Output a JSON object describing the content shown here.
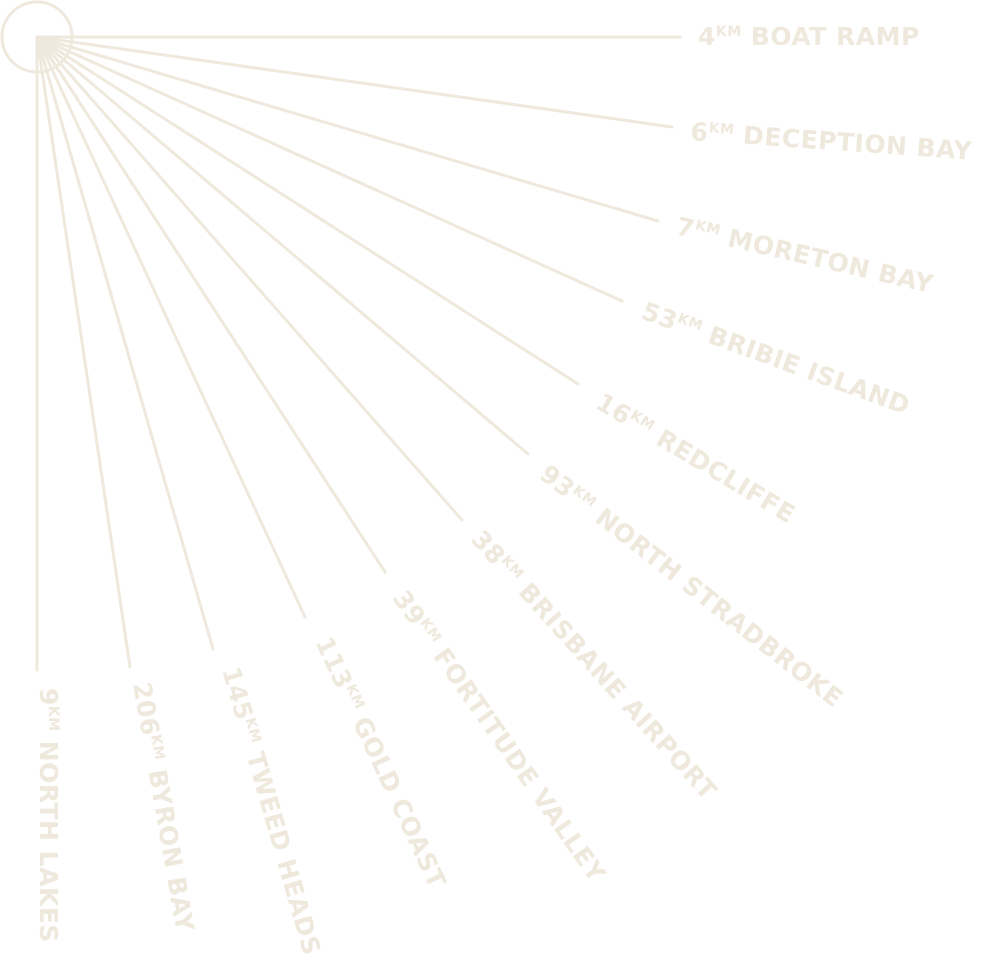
{
  "colors": {
    "line": "#efe9dd",
    "text": "#efe9dd",
    "background": "#ffffff"
  },
  "destinations": [
    {
      "distance": "4",
      "unit": "KM",
      "place": "BOAT RAMP"
    },
    {
      "distance": "6",
      "unit": "KM",
      "place": "DECEPTION BAY"
    },
    {
      "distance": "7",
      "unit": "KM",
      "place": "MORETON BAY"
    },
    {
      "distance": "53",
      "unit": "KM",
      "place": "BRIBIE ISLAND"
    },
    {
      "distance": "16",
      "unit": "KM",
      "place": "REDCLIFFE"
    },
    {
      "distance": "93",
      "unit": "KM",
      "place": "NORTH STRADBROKE"
    },
    {
      "distance": "38",
      "unit": "KM",
      "place": "BRISBANE AIRPORT"
    },
    {
      "distance": "39",
      "unit": "KM",
      "place": "FORTITUDE VALLEY"
    },
    {
      "distance": "113",
      "unit": "KM",
      "place": "GOLD COAST"
    },
    {
      "distance": "145",
      "unit": "KM",
      "place": "TWEED HEADS"
    },
    {
      "distance": "206",
      "unit": "KM",
      "place": "BYRON BAY"
    },
    {
      "distance": "9",
      "unit": "KM",
      "place": "NORTH LAKES"
    }
  ]
}
